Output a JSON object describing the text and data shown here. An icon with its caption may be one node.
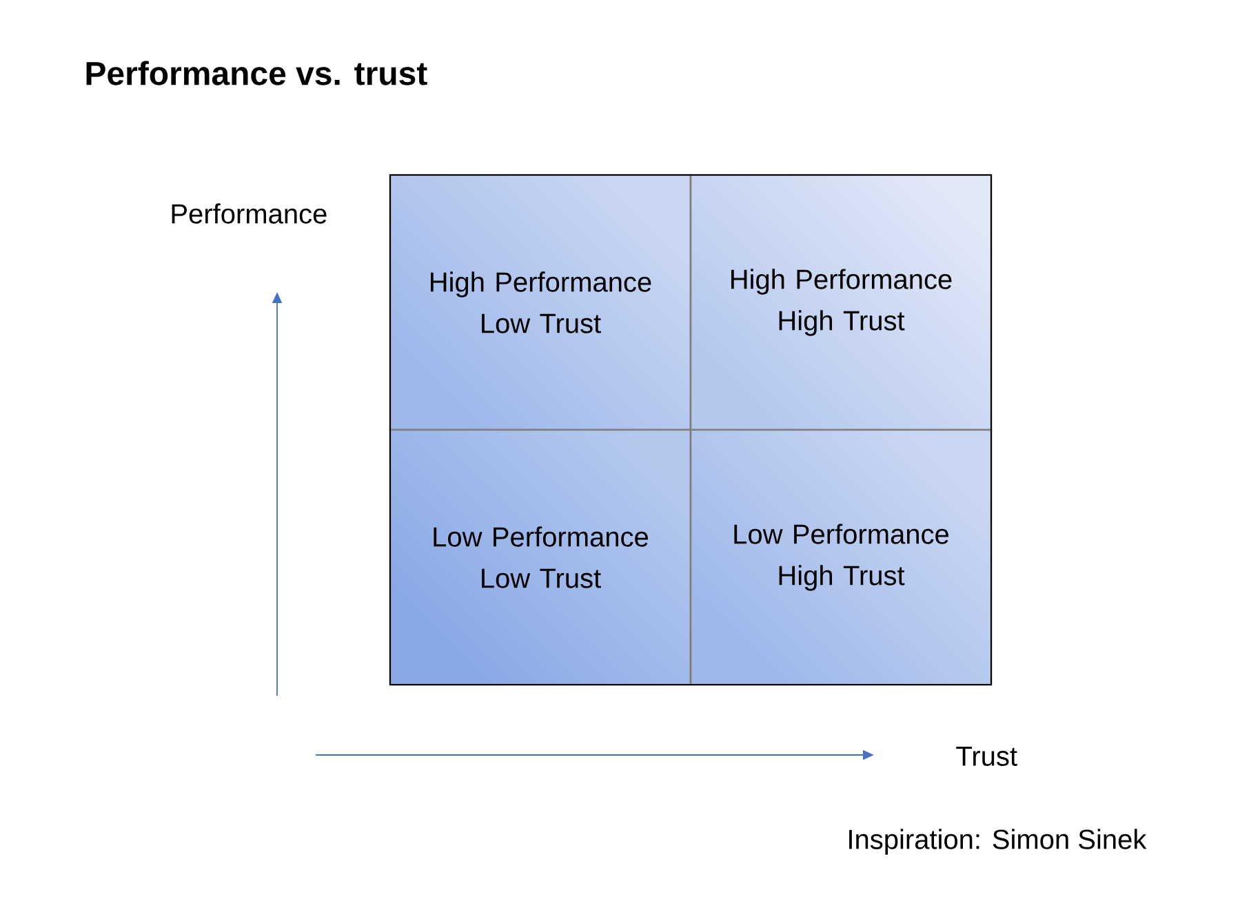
{
  "diagram": {
    "title": "Performance vs. trust",
    "nodes": [
      {
        "text": [
          "High Performance Low Trust"
        ]
      },
      {
        "text": [
          "High Performance High Trust"
        ]
      },
      {
        "text": [
          "Low Performance Low Trust"
        ]
      },
      {
        "text": [
          "Low Performance High Trust"
        ]
      }
    ],
    "labels": [
      "Performance",
      "Trust",
      "Inspiration: Simon Sinek"
    ]
  }
}
